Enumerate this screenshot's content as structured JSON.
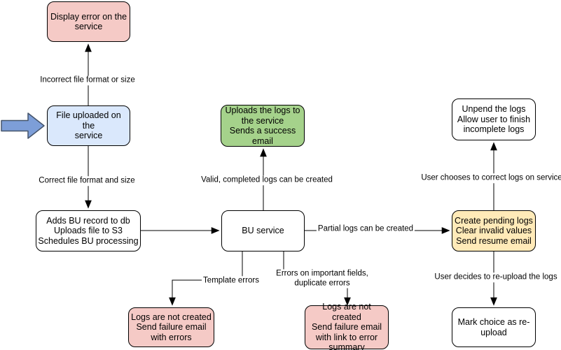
{
  "diagram": {
    "type": "flowchart",
    "palette": {
      "node_border": "#000000",
      "pink": "#f5cac6",
      "blue": "#dae8fc",
      "green": "#a5d28b",
      "yellow": "#ffeab8",
      "white": "#ffffff",
      "entry_arrow_fill": "#7d9ed8",
      "entry_arrow_stroke": "#45546b",
      "connector": "#000000"
    },
    "entry_arrow": {
      "icon": "block-arrow-right-icon",
      "points_to": "file-uploaded"
    },
    "nodes": [
      {
        "id": "display-error",
        "color": "pink",
        "label": "Display error on the\nservice"
      },
      {
        "id": "file-uploaded",
        "color": "blue",
        "label": "File uploaded on the\nservice"
      },
      {
        "id": "adds-bu",
        "color": "white",
        "label": "Adds BU record to db\nUploads file to S3\nSchedules BU processing"
      },
      {
        "id": "bu-service",
        "color": "white",
        "label": "BU service"
      },
      {
        "id": "uploads-logs",
        "color": "green",
        "label": "Uploads the logs to\nthe service\nSends a success\nemail"
      },
      {
        "id": "create-pending",
        "color": "yellow",
        "label": "Create pending logs\nClear invalid values\nSend resume email"
      },
      {
        "id": "unpend",
        "color": "white",
        "label": "Unpend the logs\nAllow user to finish\nincomplete logs"
      },
      {
        "id": "mark-choice",
        "color": "white",
        "label": "Mark choice as re-\nupload"
      },
      {
        "id": "logs-errors",
        "color": "pink",
        "label": "Logs are not created\nSend failure email\nwith errors"
      },
      {
        "id": "logs-summary",
        "color": "pink",
        "label": "Logs are not created\nSend failure email\nwith link to error\nsummary"
      }
    ],
    "edges": [
      {
        "from": "file-uploaded",
        "to": "display-error",
        "label": "Incorrect file format or size"
      },
      {
        "from": "file-uploaded",
        "to": "adds-bu",
        "label": "Correct file format and size"
      },
      {
        "from": "adds-bu",
        "to": "bu-service",
        "label": ""
      },
      {
        "from": "bu-service",
        "to": "uploads-logs",
        "label": "Valid, completed logs can be created"
      },
      {
        "from": "bu-service",
        "to": "create-pending",
        "label": "Partial logs can be created"
      },
      {
        "from": "create-pending",
        "to": "unpend",
        "label": "User chooses to correct logs on service"
      },
      {
        "from": "create-pending",
        "to": "mark-choice",
        "label": "User decides to re-upload the logs"
      },
      {
        "from": "bu-service",
        "to": "logs-errors",
        "label": "Template errors"
      },
      {
        "from": "bu-service",
        "to": "logs-summary",
        "label": "Errors on important fields,\nduplicate errors"
      }
    ]
  }
}
